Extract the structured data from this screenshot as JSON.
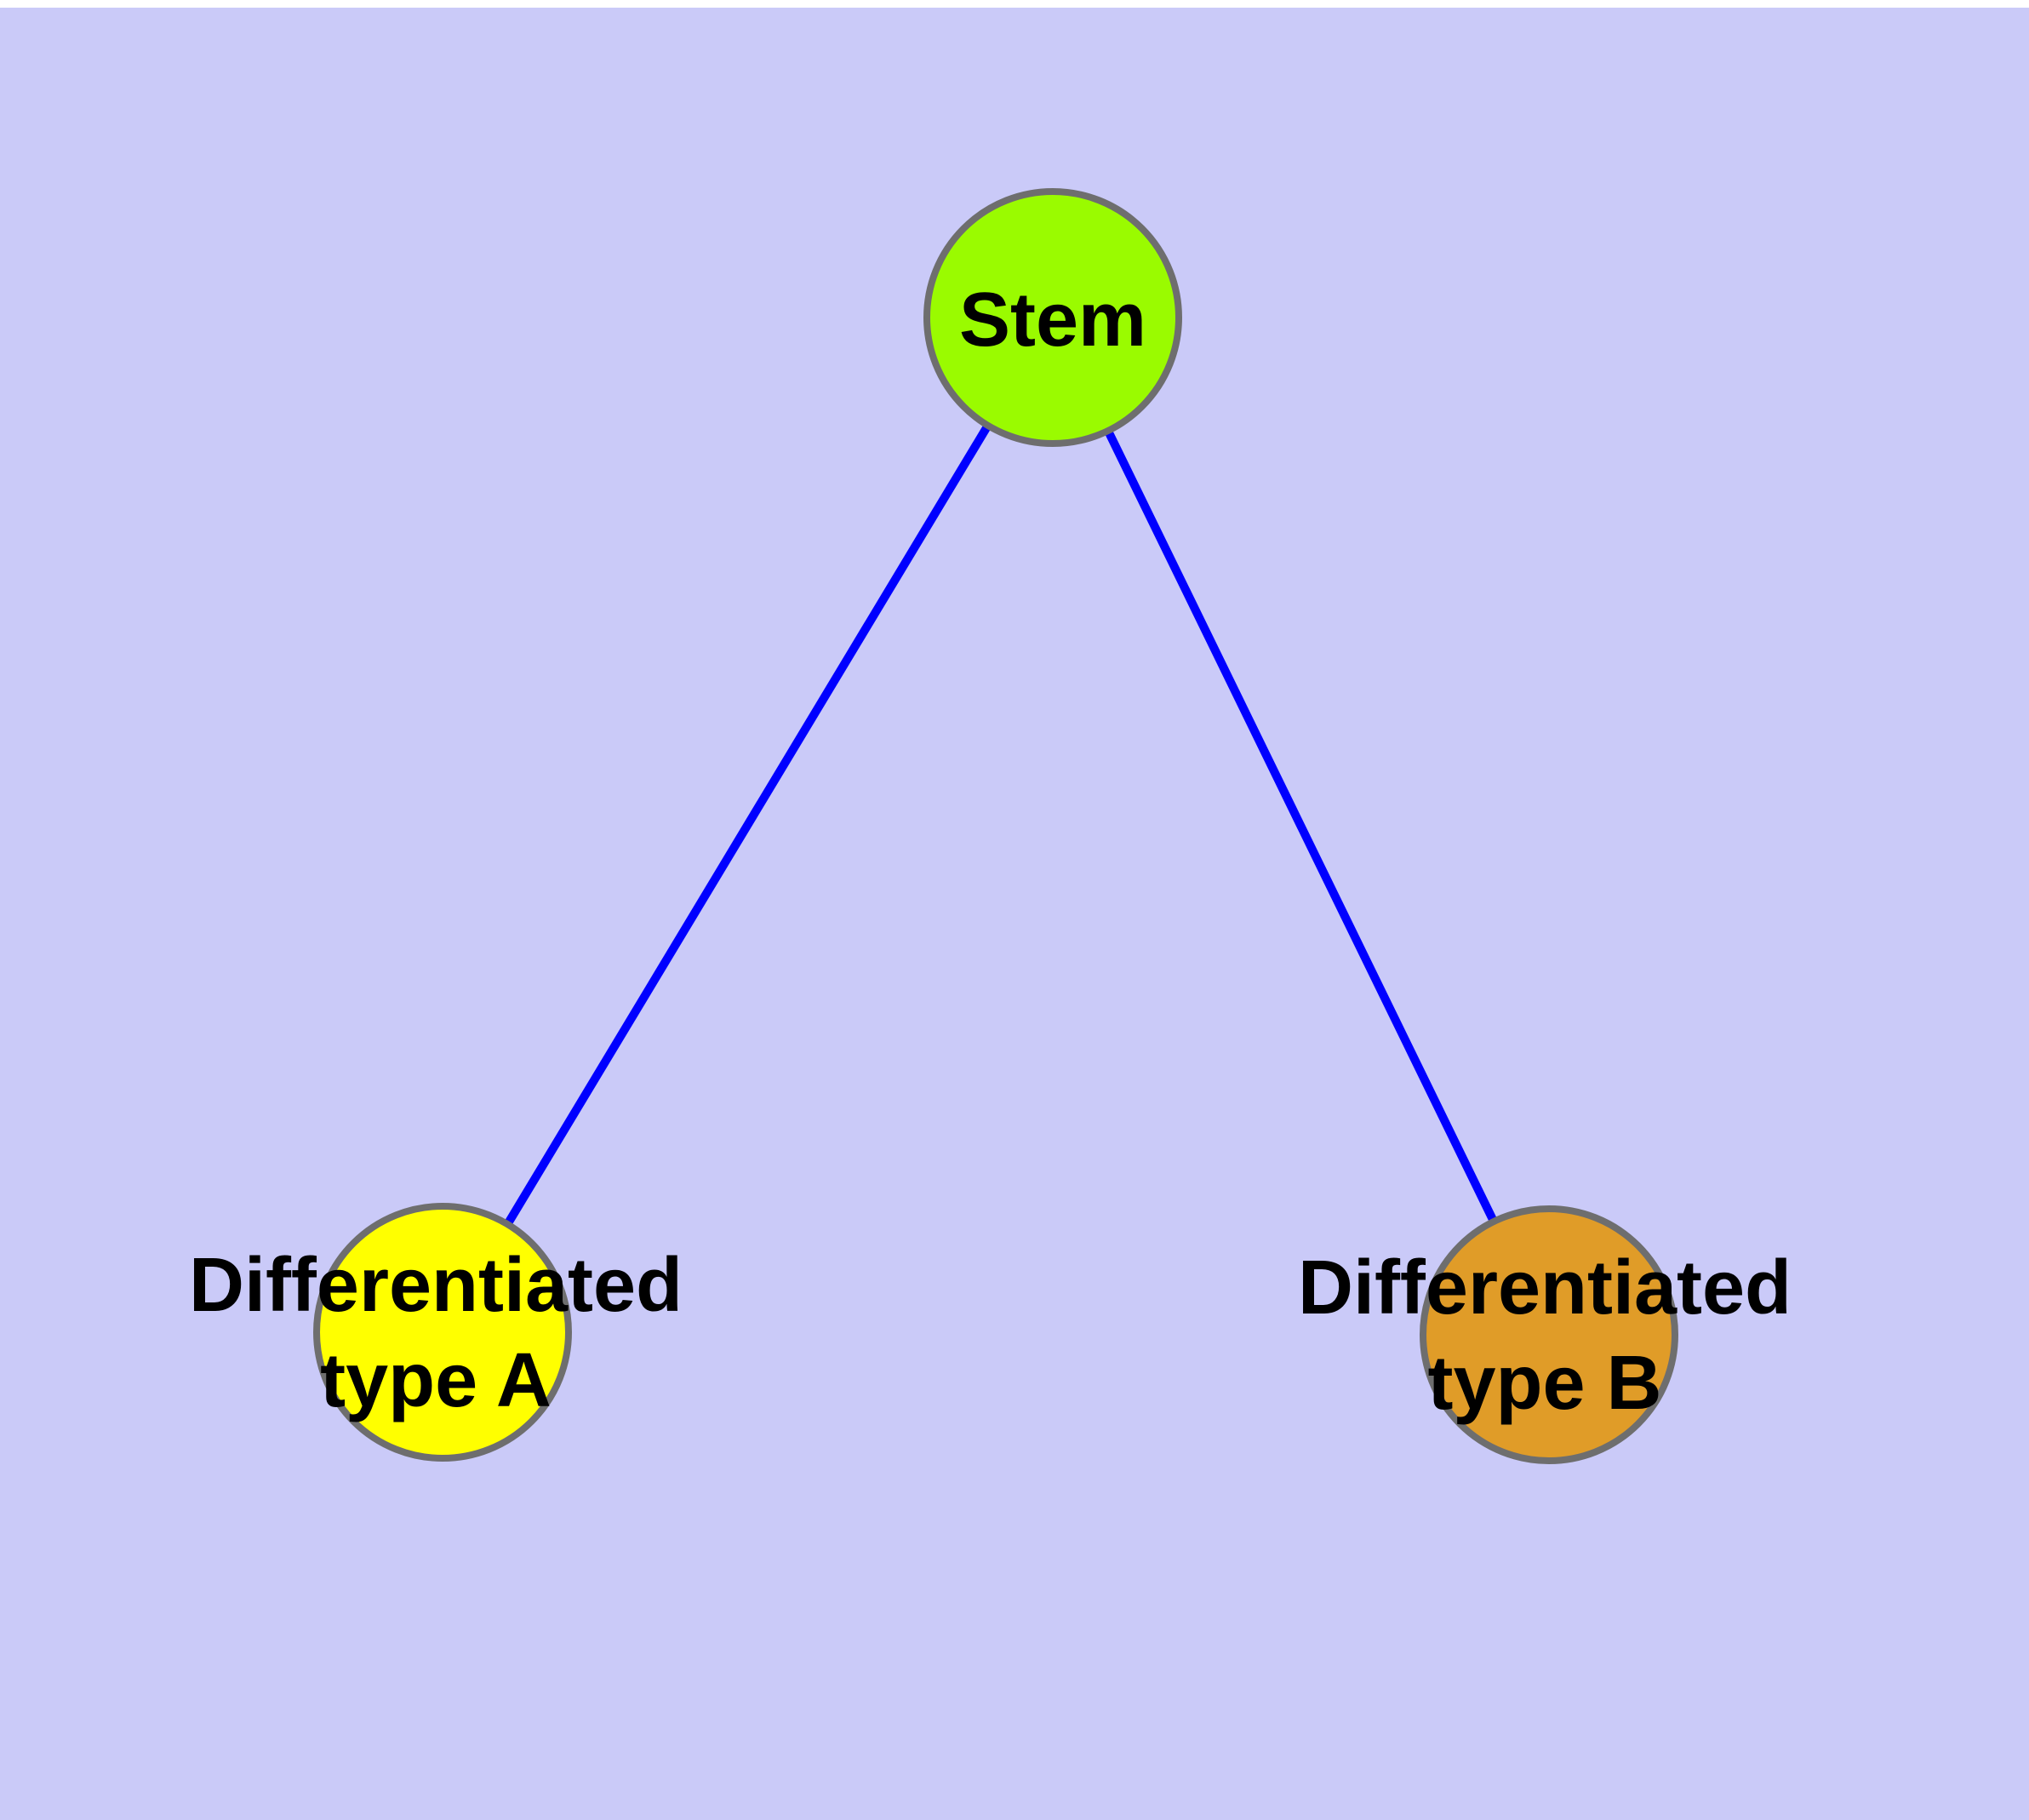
{
  "diagram": {
    "background_color": "#CACAF8",
    "top_strip_color": "#FFFFFF",
    "edge_color": "#0000FF",
    "node_border_color": "#6E6E6E",
    "label_color": "#000000",
    "nodes": [
      {
        "id": "stem",
        "label": "Stem",
        "label_lines": [
          "Stem"
        ],
        "fill": "#9AFB00"
      },
      {
        "id": "differentiated-type-a",
        "label": "Differentiated type A",
        "label_lines": [
          "Differentiated",
          "type A"
        ],
        "fill": "#FFFF00"
      },
      {
        "id": "differentiated-type-b",
        "label": "Differentiated type B",
        "label_lines": [
          "Differentiated",
          "type B"
        ],
        "fill": "#E09C28"
      }
    ],
    "edges": [
      {
        "from": "Stem",
        "to": "Differentiated type A"
      },
      {
        "from": "Stem",
        "to": "Differentiated type B"
      }
    ]
  }
}
